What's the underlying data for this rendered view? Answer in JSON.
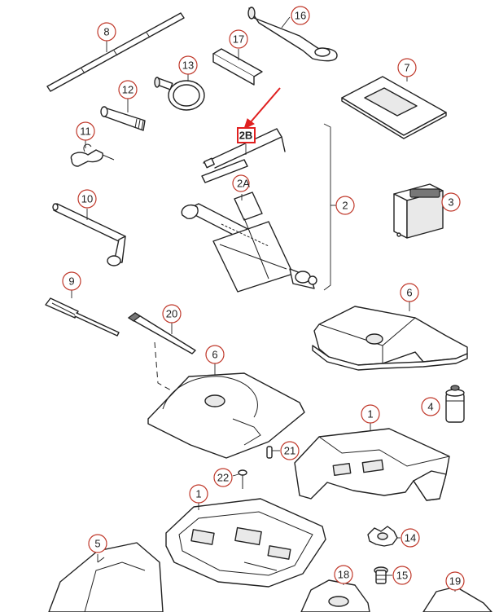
{
  "callouts": {
    "c8": "8",
    "c16": "16",
    "c17": "17",
    "c13": "13",
    "c7": "7",
    "c12": "12",
    "c11": "11",
    "c2b": "2B",
    "c2a": "2A",
    "c2": "2",
    "c3": "3",
    "c10": "10",
    "c9": "9",
    "c20": "20",
    "c6a": "6",
    "c6b": "6",
    "c4": "4",
    "c1a": "1",
    "c21": "21",
    "c22": "22",
    "c1b": "1",
    "c5": "5",
    "c14": "14",
    "c15": "15",
    "c18": "18",
    "c19": "19"
  },
  "colors": {
    "callout_ring": "#c0392b",
    "highlight_arrow": "#e02020",
    "line": "#222222"
  }
}
